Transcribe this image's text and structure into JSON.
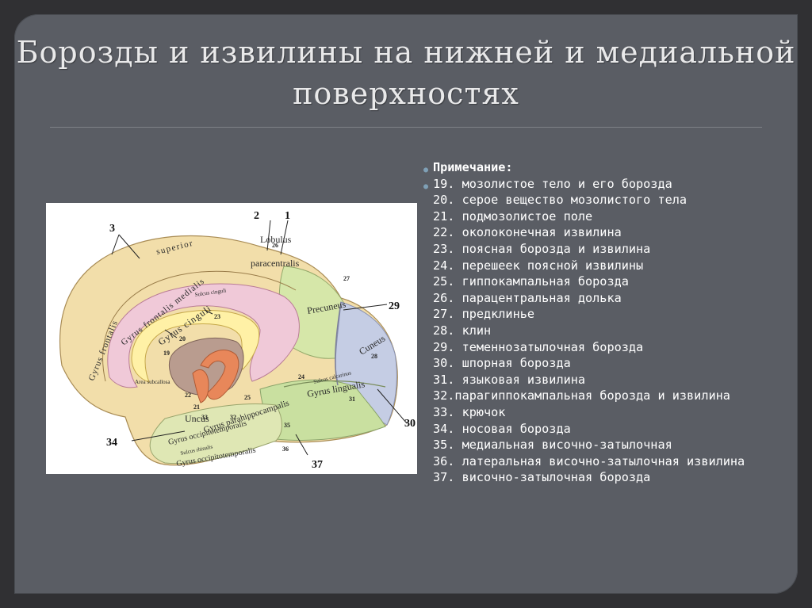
{
  "title": "Борозды и извилины на нижней и медиальной поверхностях",
  "notes": {
    "heading": "Примечание:",
    "items": [
      "19. мозолистое тело и его борозда",
      "20. серое вещество мозолистого тела",
      "21. подмозолистое поле",
      "22. околоконечная извилина",
      "23. поясная борозда и извилина",
      "24. перешеек поясной извилины",
      "25. гиппокампальная борозда",
      "26. парацентральная долька",
      "27. предклинье",
      "28. клин",
      "29. теменнозатылочная борозда",
      "30. шпорная борозда",
      "31. языковая извилина",
      "32.парагиппокампальная борозда и извилина",
      "33. крючок",
      "34. носовая борозда",
      "35. медиальная височно-затылочная",
      "36. латеральная височно-затылочная извилина",
      "37. височно-затылочная борозда"
    ]
  },
  "figure": {
    "labels": {
      "n1": "1",
      "n2": "2",
      "n3": "3",
      "n29": "29",
      "n30": "30",
      "n34": "34",
      "n37": "37",
      "n26": "26",
      "n27": "27",
      "n28": "28",
      "n23": "23",
      "n20": "20",
      "n19": "19",
      "n22": "22",
      "n21": "21",
      "n25": "25",
      "n24": "24",
      "n31": "31",
      "n33": "33",
      "n32": "32",
      "n35": "35",
      "n36": "36",
      "gyrus_frontalis": "Gyrus frontalis",
      "superior": "superior",
      "frontalis_medialis": "Gyrus frontalis medialis",
      "lobulus": "Lobulus",
      "paracentralis": "paracentralis",
      "precuneus": "Precuneus",
      "cuneus": "Cuneus",
      "gyrus_cinguli": "Gyrus cinguli",
      "sulcus_cinguli": "Sulcus cinguli",
      "area_subcallosa": "Area subcallosa",
      "gyrus_lingualis": "Gyrus lingualis",
      "uncus": "Uncus",
      "parahippocampalis": "Gyrus parahippocampalis",
      "occipitotemporalis1": "Gyrus occipitotemporalis",
      "occipitotemporalis2": "Gyrus occipitotemporalis",
      "sulcus_rhinalis": "Sulcus rhinalis",
      "sulcus_calcarinus": "Sulcus calcarinus"
    }
  }
}
